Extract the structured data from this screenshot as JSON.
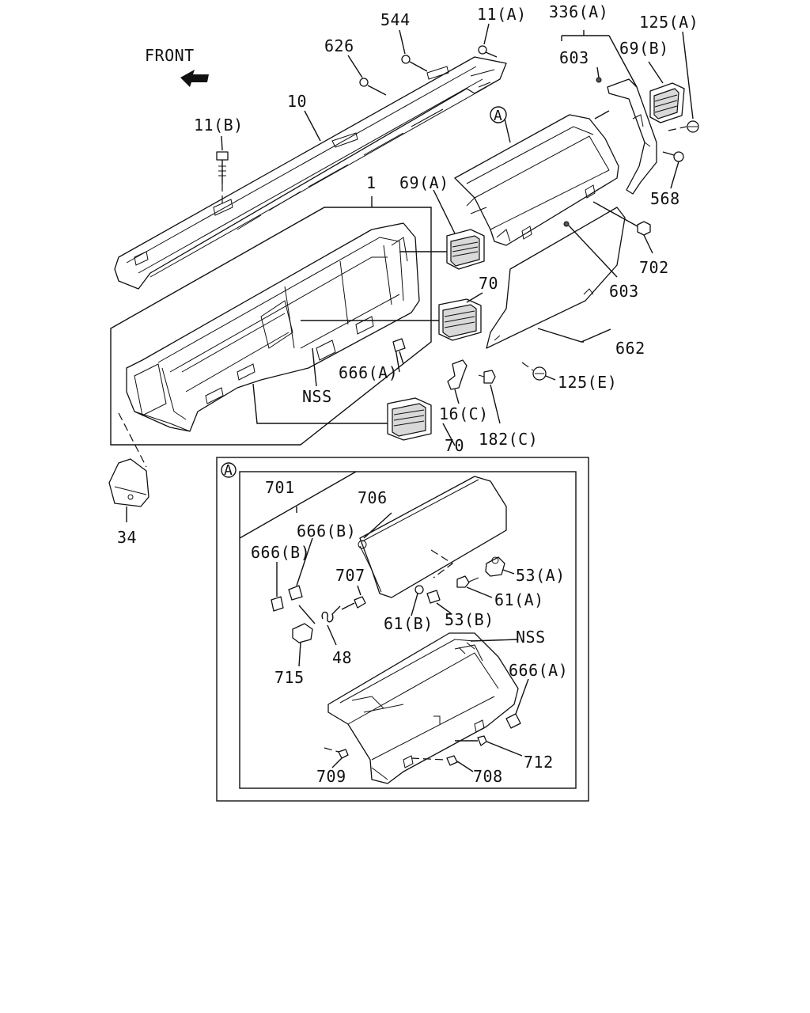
{
  "labels": {
    "front": "FRONT",
    "p1": "1",
    "p10": "10",
    "p11a": "11(A)",
    "p11b": "11(B)",
    "p544": "544",
    "p626": "626",
    "p336a": "336(A)",
    "p603_top": "603",
    "p69b": "69(B)",
    "p125a": "125(A)",
    "p568": "568",
    "pA_callout": "A",
    "p69a": "69(A)",
    "p70_upper": "70",
    "p702": "702",
    "p603_mid": "603",
    "p662": "662",
    "p666a_upper": "666(A)",
    "pNSS_upper": "NSS",
    "p16c": "16(C)",
    "p182c": "182(C)",
    "p125e": "125(E)",
    "p70_lower": "70",
    "p34": "34"
  },
  "detail": {
    "marker": "A",
    "p701": "701",
    "p706": "706",
    "p666b_1": "666(B)",
    "p666b_2": "666(B)",
    "p707": "707",
    "p53a": "53(A)",
    "p61a": "61(A)",
    "p61b": "61(B)",
    "p53b": "53(B)",
    "pNSS": "NSS",
    "p48": "48",
    "p715": "715",
    "p666a": "666(A)",
    "p712": "712",
    "p709": "709",
    "p708": "708"
  }
}
